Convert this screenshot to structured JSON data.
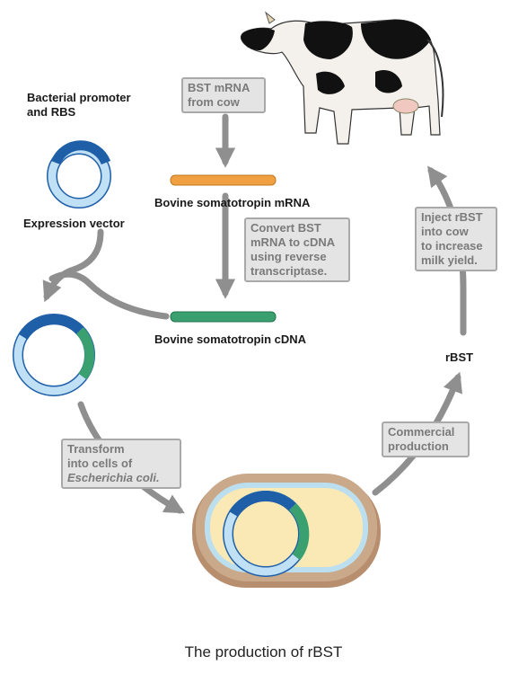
{
  "labels": {
    "promoter": [
      "Bacterial promoter",
      "and RBS"
    ],
    "expression_vector": "Expression vector",
    "mrna": "Bovine somatotropin mRNA",
    "cdna": "Bovine somatotropin cDNA",
    "rbst": "rBST"
  },
  "boxes": {
    "bst_from_cow": [
      "BST mRNA",
      "from cow"
    ],
    "convert": [
      "Convert BST",
      "mRNA to cDNA",
      "using reverse",
      "transcriptase."
    ],
    "transform": [
      "Transform",
      "into cells of",
      "Escherichia coli."
    ],
    "commercial": [
      "Commercial",
      "production"
    ],
    "inject": [
      "Inject rBST",
      "into cow",
      "to increase",
      "milk yield."
    ]
  },
  "caption": "The production of rBST",
  "colors": {
    "arrow": "#8f8f8f",
    "mrna": "#f0a040",
    "cdna": "#3aa070",
    "plasmid_light": "#bfe0f5",
    "plasmid_dark": "#1f5fa8",
    "insert_green": "#3aa070",
    "cell_outer": "#c9a98a",
    "cell_inner": "#fbe9b5"
  }
}
